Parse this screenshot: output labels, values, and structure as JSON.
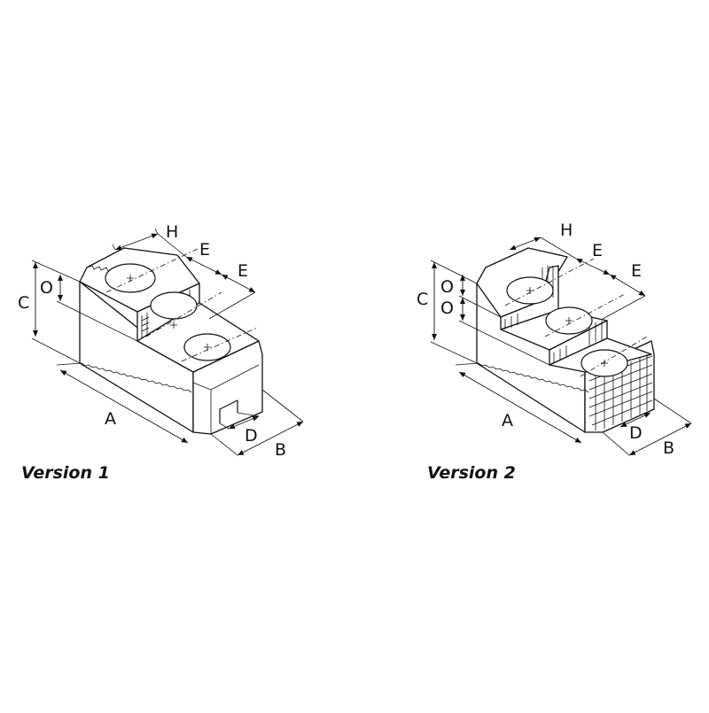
{
  "version1": {
    "caption": "Version 1",
    "labels": {
      "h": "H",
      "e1": "E",
      "e2": "E",
      "c": "C",
      "o": "O",
      "a": "A",
      "d": "D",
      "b": "B"
    }
  },
  "version2": {
    "caption": "Version 2",
    "labels": {
      "h": "H",
      "e1": "E",
      "e2": "E",
      "c": "C",
      "o1": "O",
      "o2": "O",
      "a": "A",
      "d": "D",
      "b": "B"
    }
  }
}
